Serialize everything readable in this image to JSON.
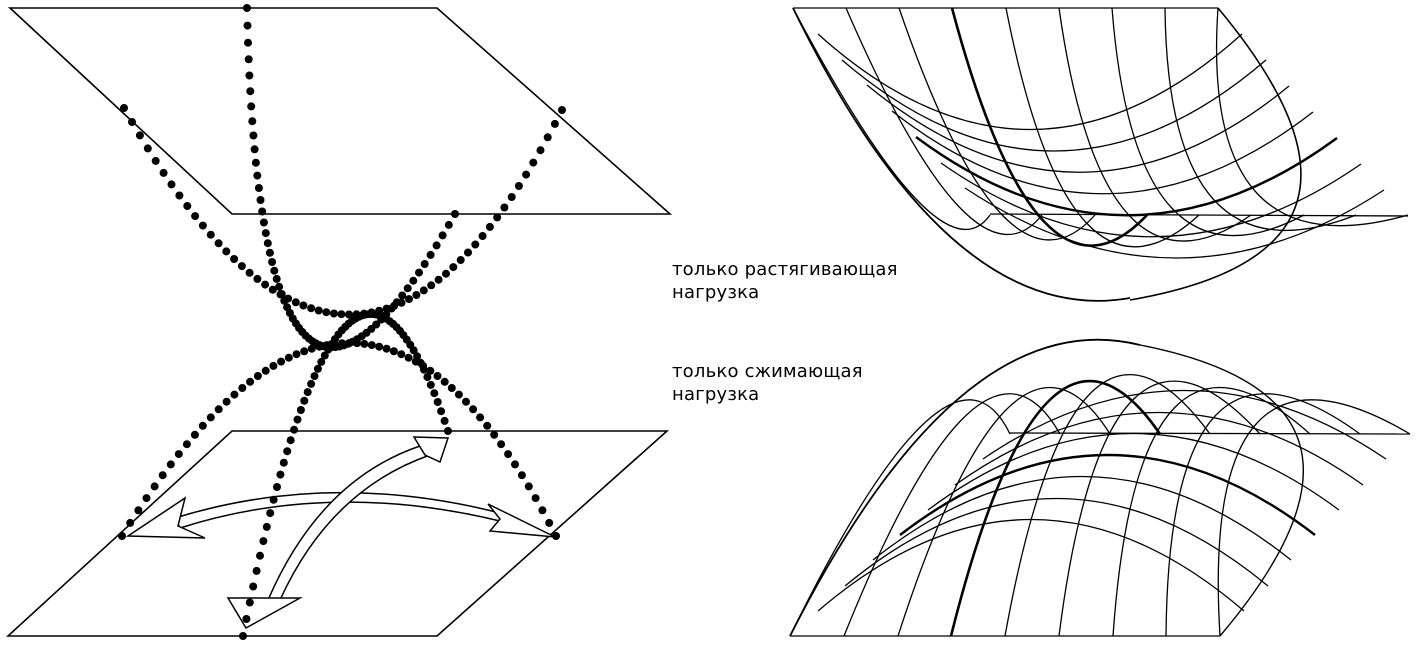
{
  "labels": {
    "tension": {
      "line1": "только растягивающая",
      "line2": "нагрузка"
    },
    "compression": {
      "line1": "только сжимающая",
      "line2": "нагрузка"
    }
  },
  "colors": {
    "ink": "#000000",
    "paper": "#ffffff"
  }
}
